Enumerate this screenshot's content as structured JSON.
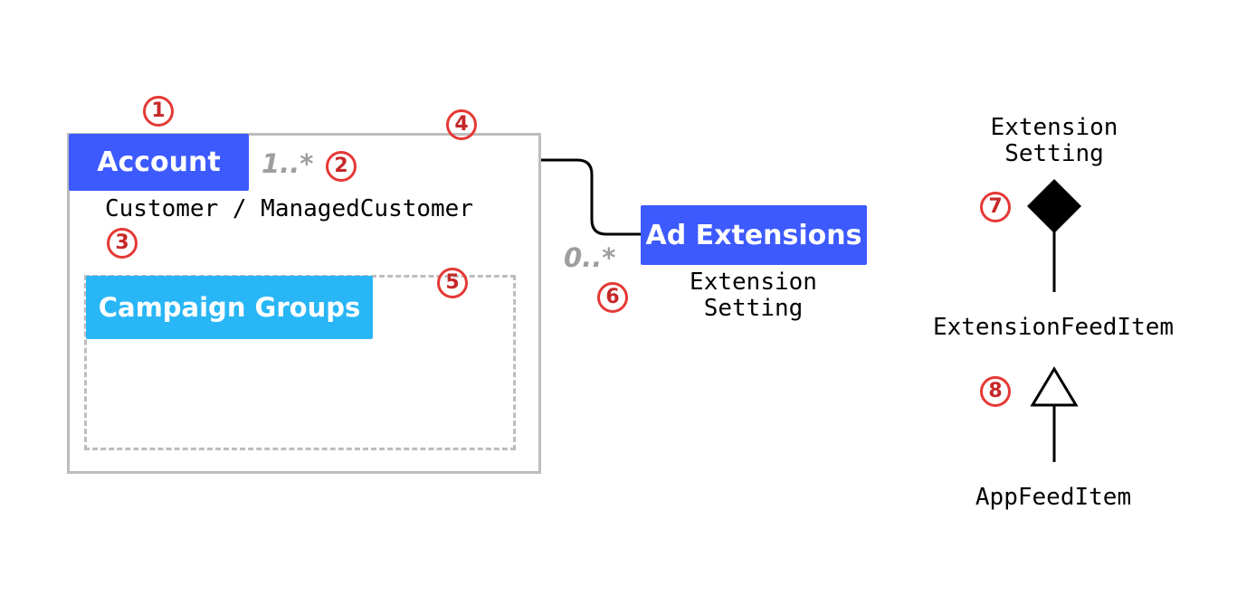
{
  "diagram": {
    "account": {
      "label": "Account",
      "subtitle": "Customer / ManagedCustomer",
      "multiplicity": "1..*"
    },
    "campaign_groups": {
      "label": "Campaign Groups"
    },
    "ad_extensions": {
      "label": "Ad Extensions",
      "subtitle_line1": "Extension",
      "subtitle_line2": "Setting",
      "multiplicity": "0..*"
    },
    "legend_right": {
      "extension_setting_line1": "Extension",
      "extension_setting_line2": "Setting",
      "extension_feed_item": "ExtensionFeedItem",
      "app_feed_item": "AppFeedItem"
    },
    "badges": [
      "1",
      "2",
      "3",
      "4",
      "5",
      "6",
      "7",
      "8"
    ]
  },
  "colors": {
    "primary_blue": "#3d5afe",
    "light_blue": "#29b6f6",
    "badge_red": "#e53935",
    "border_gray": "#bdbdbd",
    "multiplicity_gray": "#9e9e9e"
  }
}
